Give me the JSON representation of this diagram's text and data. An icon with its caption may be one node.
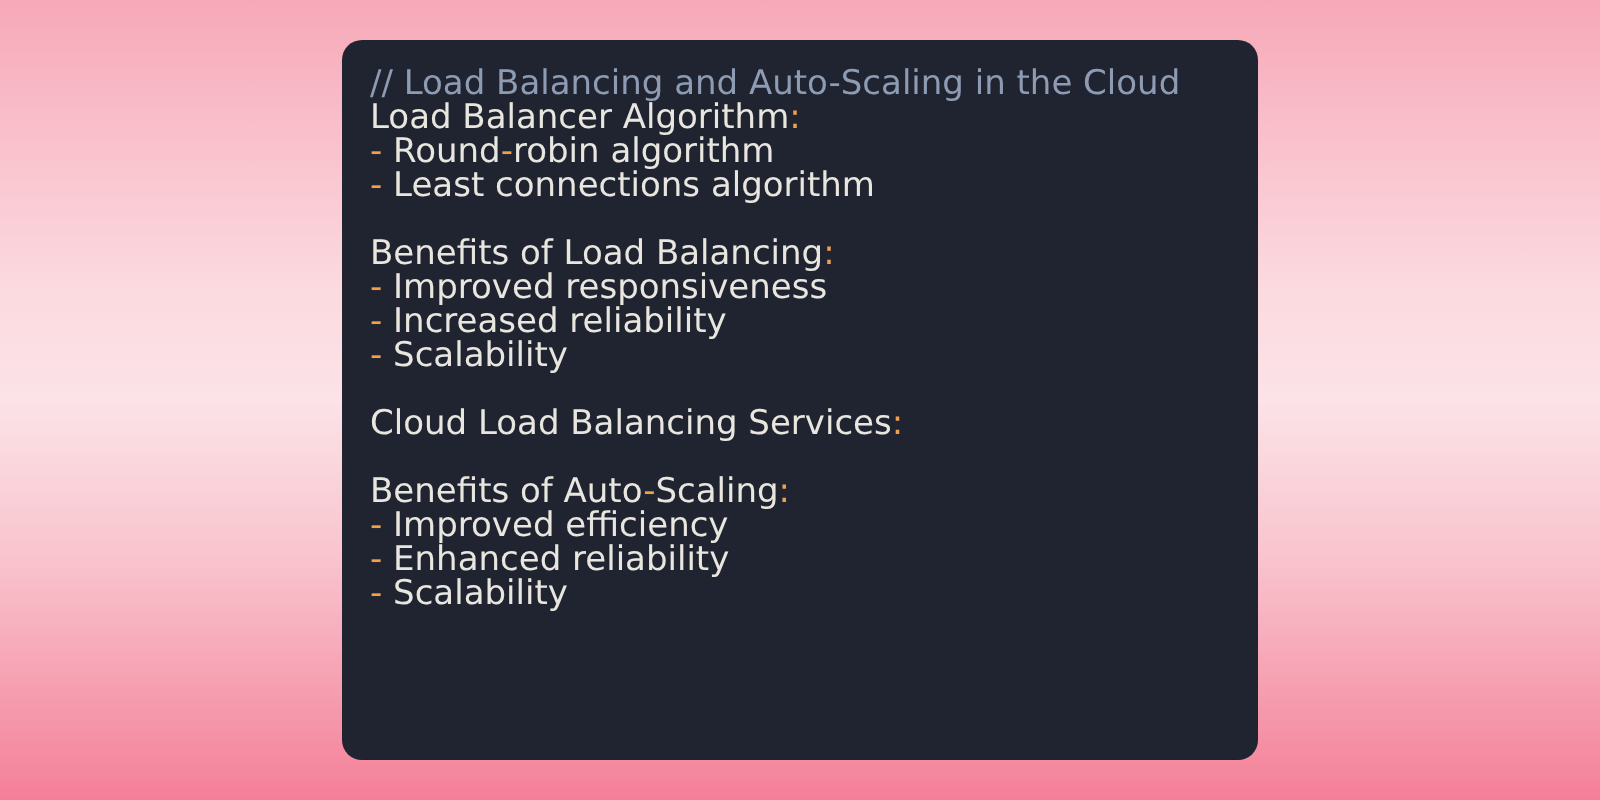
{
  "diagram": {
    "title": "// Load Balancing and Auto-Scaling in the Cloud",
    "labels": [
      "Load Balancer Algorithm:",
      "- Round-robin algorithm",
      "- Least connections algorithm",
      "Benefits of Load Balancing:",
      "- Improved responsiveness",
      "- Increased reliability",
      "- Scalability",
      "Cloud Load Balancing Services:",
      "Benefits of Auto-Scaling:",
      "- Improved efficiency",
      "- Enhanced reliability",
      "- Scalability"
    ]
  }
}
